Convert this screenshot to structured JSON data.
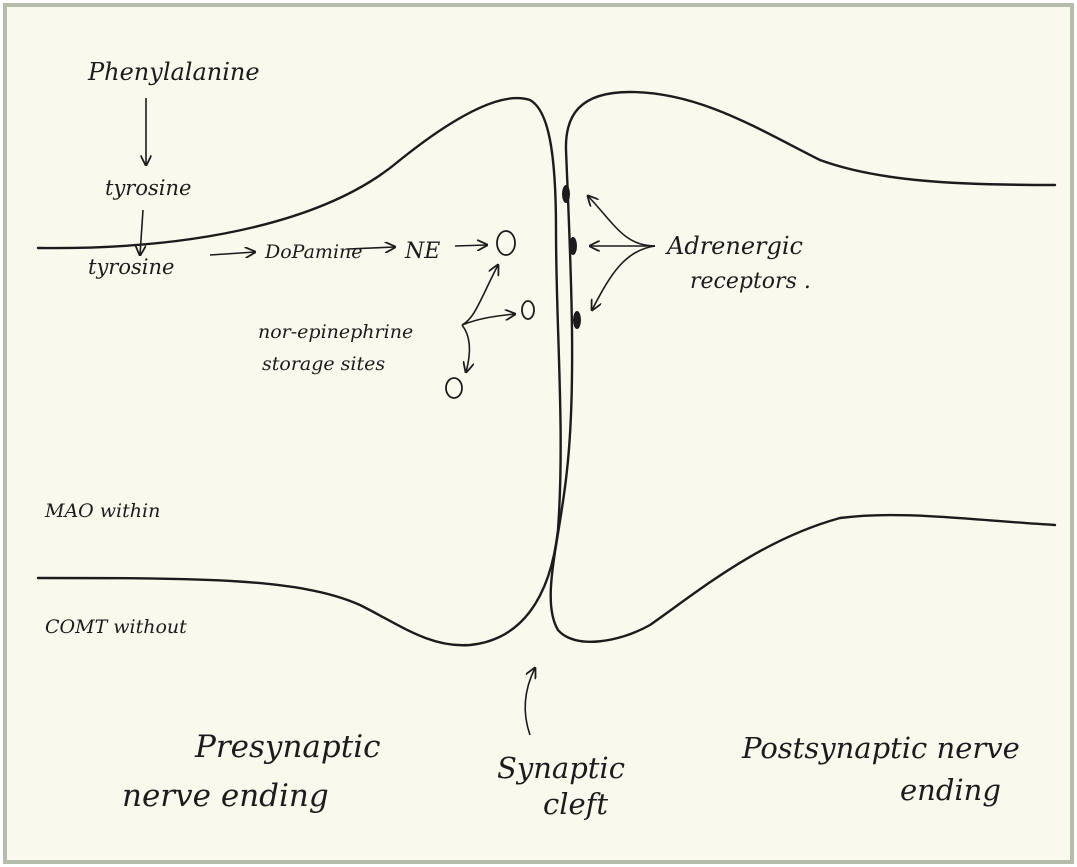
{
  "labels": {
    "phenylalanine": "Phenylalanine",
    "tyrosine_upper": "tyrosine",
    "tyrosine_lower": "tyrosine",
    "dopamine": "DoPamine",
    "ne": "NE",
    "ne_storage_line1": "nor-epinephrine",
    "ne_storage_line2": "storage sites",
    "adrenergic_line1": "Adrenergic",
    "adrenergic_line2": "receptors .",
    "mao": "MAO within",
    "comt": "COMT without",
    "presynaptic_line1": "Presynaptic",
    "presynaptic_line2": "nerve ending",
    "cleft_line1": "Synaptic",
    "cleft_line2": "cleft",
    "postsynaptic_line1": "Postsynaptic nerve",
    "postsynaptic_line2": "ending"
  },
  "colors": {
    "paper": "#f9f9ee",
    "frame": "#b4bcaa",
    "ink": "#1c1c1c"
  }
}
